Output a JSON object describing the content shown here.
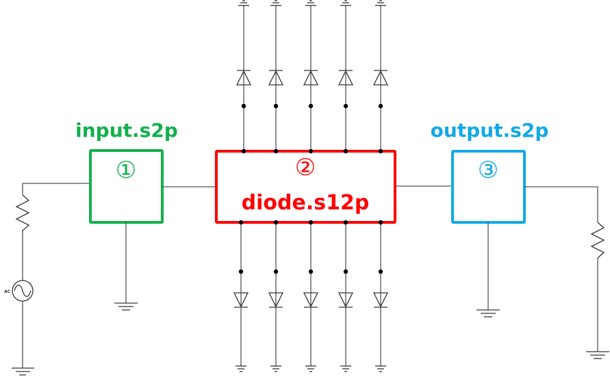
{
  "blocks": [
    {
      "id": "input",
      "label": "input.s2p",
      "number": "①",
      "color": "#12b04c"
    },
    {
      "id": "diode",
      "label": "diode.s12p",
      "number": "②",
      "color": "#ff0000"
    },
    {
      "id": "output",
      "label": "output.s2p",
      "number": "③",
      "color": "#12a9e6"
    }
  ],
  "source": {
    "label": "AC"
  },
  "diode_branches": {
    "top_count": 5,
    "bottom_count": 5
  },
  "colors": {
    "wire": "#555555",
    "component": "#333333",
    "node": "#000000"
  }
}
